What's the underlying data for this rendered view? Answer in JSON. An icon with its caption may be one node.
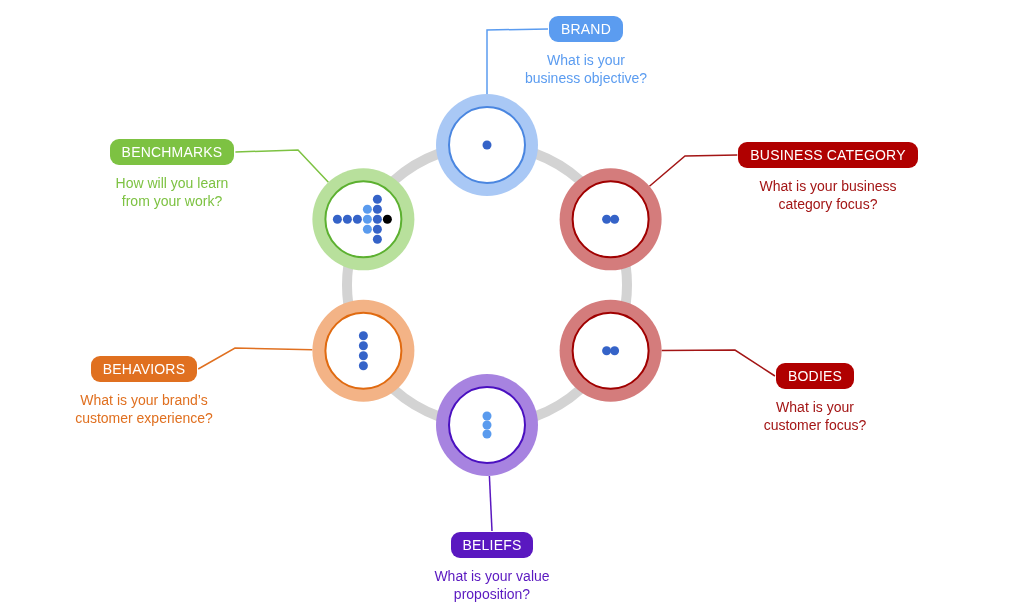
{
  "diagram": {
    "nodes": [
      {
        "text": [
          "BRAND",
          "What is your business objective?"
        ]
      },
      {
        "text": [],
        "shape": "circle"
      },
      {
        "text": [
          "BENCHMARKS",
          "How will you learn from your work?"
        ]
      },
      {
        "text": [],
        "shape": "circle"
      },
      {
        "text": [
          "BUSINESS CATEGORY",
          "What is your business category focus?"
        ]
      },
      {
        "text": [],
        "shape": "circle"
      },
      {
        "text": [],
        "shape": "circle"
      },
      {
        "text": [
          "BEHAVIORS",
          "What is your brand’s customer experience?"
        ]
      },
      {
        "text": [],
        "shape": "circle"
      },
      {
        "text": [
          "BODIES",
          "What is your customer focus?"
        ]
      },
      {
        "text": [],
        "shape": "circle"
      },
      {
        "text": [
          "BELIEFS",
          "What is your value proposition?"
        ]
      }
    ],
    "edges": [
      {
        "from": 0,
        "to": 1,
        "arrow": "none",
        "color": "#5b9cf0"
      },
      {
        "from": 2,
        "to": 3,
        "arrow": "none",
        "color": "#7dc242"
      },
      {
        "from": 4,
        "to": 5,
        "arrow": "none",
        "color": "#a31515"
      },
      {
        "from": 7,
        "to": 6,
        "arrow": "none",
        "color": "#e07020"
      },
      {
        "from": 9,
        "to": 8,
        "arrow": "none",
        "color": "#a31515"
      },
      {
        "from": 11,
        "to": 10,
        "arrow": "none",
        "color": "#5a18c0"
      },
      {
        "from": 1,
        "to": 5,
        "arrow": "none",
        "style": "thick",
        "color": "#d3d3d3"
      },
      {
        "from": 5,
        "to": 8,
        "arrow": "none",
        "style": "thick",
        "color": "#d3d3d3"
      },
      {
        "from": 8,
        "to": 10,
        "arrow": "none",
        "style": "thick",
        "color": "#d3d3d3"
      },
      {
        "from": 10,
        "to": 6,
        "arrow": "none",
        "style": "thick",
        "color": "#d3d3d3"
      },
      {
        "from": 6,
        "to": 3,
        "arrow": "none",
        "style": "thick",
        "color": "#d3d3d3"
      },
      {
        "from": 3,
        "to": 1,
        "arrow": "none",
        "style": "thick",
        "color": "#d3d3d3"
      }
    ]
  }
}
